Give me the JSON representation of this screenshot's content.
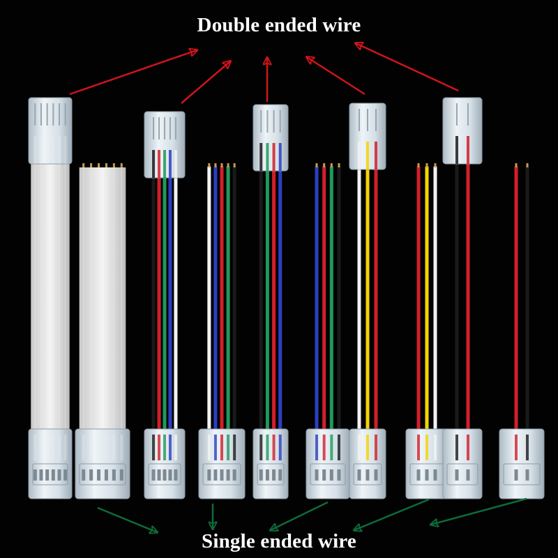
{
  "captions": {
    "top": "Double ended wire",
    "bottom": "Single ended wire"
  },
  "colors": {
    "background": "#020202",
    "top_arrow": "#d0141b",
    "bottom_arrow": "#0e6b3a",
    "caption_text": "#ffffff",
    "connector_body": "#dde6ec",
    "ribbon": "#e8e8e8"
  },
  "cables": [
    {
      "name": "cable-6pin-ribbon-double",
      "type": "double",
      "wires": [
        "#eeeeee",
        "#eeeeee",
        "#eeeeee",
        "#eeeeee",
        "#eeeeee",
        "#eeeeee"
      ],
      "ribbon": true
    },
    {
      "name": "cable-6pin-ribbon-single",
      "type": "single",
      "wires": [
        "#eeeeee",
        "#eeeeee",
        "#eeeeee",
        "#eeeeee",
        "#eeeeee",
        "#eeeeee"
      ],
      "ribbon": true
    },
    {
      "name": "cable-5wire-rgbw-double",
      "type": "double",
      "wires": [
        "#1a1a1a",
        "#d11f2a",
        "#1f9a5a",
        "#2b3fc0",
        "#f2f2f2"
      ]
    },
    {
      "name": "cable-5wire-rgbw-single",
      "type": "single",
      "wires": [
        "#f2f2f2",
        "#2b3fc0",
        "#d11f2a",
        "#1f9a5a",
        "#1a1a1a"
      ]
    },
    {
      "name": "cable-4wire-rgb-double",
      "type": "double",
      "wires": [
        "#1a1a1a",
        "#1f9a5a",
        "#d11f2a",
        "#2b3fc0"
      ]
    },
    {
      "name": "cable-4wire-rgb-single",
      "type": "single",
      "wires": [
        "#2b3fc0",
        "#d11f2a",
        "#1f9a5a",
        "#1a1a1a"
      ]
    },
    {
      "name": "cable-3wire-cct-double",
      "type": "double",
      "wires": [
        "#f2f2f2",
        "#f4d400",
        "#d11f2a"
      ]
    },
    {
      "name": "cable-3wire-cct-single",
      "type": "single",
      "wires": [
        "#d11f2a",
        "#f4d400",
        "#f2f2f2"
      ]
    },
    {
      "name": "cable-2wire-single-color-double",
      "type": "double",
      "wires": [
        "#1a1a1a",
        "#d11f2a"
      ]
    },
    {
      "name": "cable-2wire-single-color-single",
      "type": "single",
      "wires": [
        "#d11f2a",
        "#1a1a1a"
      ]
    }
  ]
}
